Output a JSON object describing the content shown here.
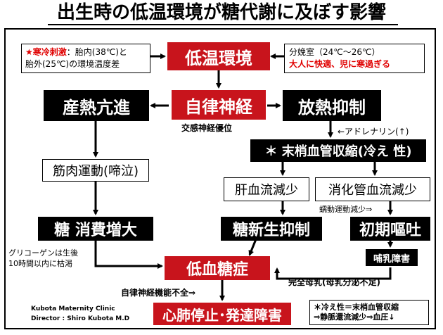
{
  "title": "出生時の低温環境が糖代謝に及ぼす影響",
  "left_stimulus": {
    "star": "★",
    "label": "寒冷刺激",
    "text_line1": "：胎内(38℃)と",
    "text_line2": "胎外(25℃)の環境温度差"
  },
  "right_delivery": {
    "line1": "分娩室（24℃～26℃）",
    "line2": "大人に快適、児に寒過ぎる"
  },
  "nodes": {
    "low_temp_env": "低温環境",
    "autonomic": "自律神経",
    "sympathetic_note": "交感神経優位",
    "heat_production": "産熱亢進",
    "heat_suppression": "放熱抑制",
    "adrenaline_note": "←アドレナリン(↑)",
    "peripheral_vaso": "＊ 末梢血管収縮(冷え 性)",
    "liver_flow": "肝血流減少",
    "gi_flow": "消化管血流減少",
    "peristalsis_note": "蠕動運動減少⇒",
    "muscle_movement": "筋肉運動(啼泣)",
    "sugar_consumption": "糖 消費増大",
    "gluconeogenesis": "糖新生抑制",
    "early_vomit": "初期嘔吐",
    "feeding_disorder": "哺乳障害",
    "glycogen_note_line1": "グリコーゲンは生後",
    "glycogen_note_line2": "10時間以内に枯渇",
    "hypoglycemia": "低血糖症",
    "breastfeeding_note": "完全母乳(母乳分泌不足)",
    "autonomic_failure_note": "自律神経機能不全⇒",
    "cardiopulmonary": "心肺停止･発達障害"
  },
  "legend": {
    "line1": "＊冷え性＝末梢血管収縮",
    "line2": "⇒静脈還流減少⇒血圧↓"
  },
  "credit": {
    "line1": "Kubota  Maternity  Clinic",
    "line2": "Director : Shiro Kubota M.D"
  },
  "colors": {
    "red": "#c8141c",
    "black": "#000000",
    "alert_text": "#e00000"
  }
}
